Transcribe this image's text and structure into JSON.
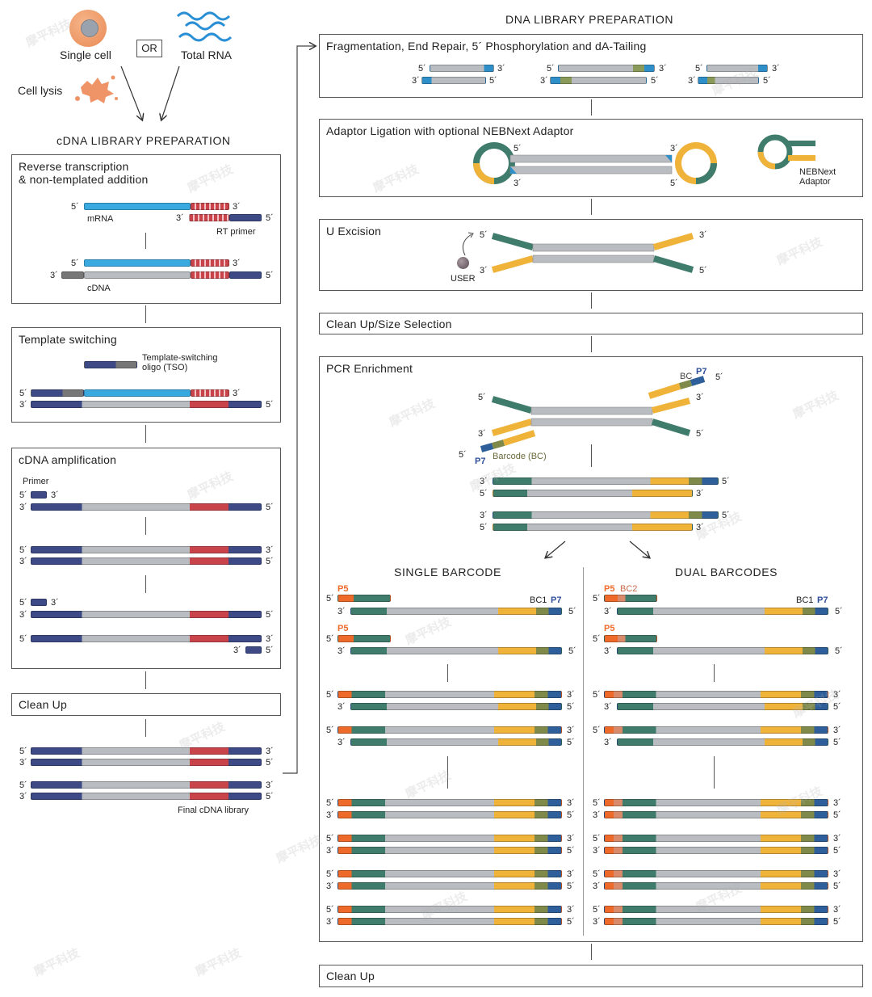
{
  "left": {
    "inputs": {
      "single_cell": "Single cell",
      "or": "OR",
      "total_rna": "Total RNA",
      "cell_lysis": "Cell lysis"
    },
    "title": "cDNA LIBRARY PREPARATION",
    "rt_box": {
      "title_line1": "Reverse transcription",
      "title_line2": "& non-templated addition",
      "mrna": "mRNA",
      "rt_primer": "RT primer",
      "cdna": "cDNA"
    },
    "ts_box": {
      "title": "Template switching",
      "tso_line1": "Template-switching",
      "tso_line2": "oligo (TSO)"
    },
    "amp_box": {
      "title": "cDNA amplification",
      "primer": "Primer"
    },
    "cleanup": "Clean Up",
    "final": "Final cDNA library"
  },
  "right": {
    "title": "DNA LIBRARY PREPARATION",
    "frag": "Fragmentation, End Repair, 5´ Phosphorylation and dA-Tailing",
    "adaptor": {
      "title": "Adaptor Ligation with optional NEBNext Adaptor",
      "nebnext_line1": "NEBNext",
      "nebnext_line2": "Adaptor"
    },
    "uexc": {
      "title": "U Excision",
      "user": "USER"
    },
    "cleanup_size": "Clean Up/Size Selection",
    "pcr": {
      "title": "PCR Enrichment",
      "bc": "BC",
      "p7": "P7",
      "barcode": "Barcode (BC)",
      "single": "SINGLE BARCODE",
      "dual": "DUAL BARCODES",
      "p5": "P5",
      "bc1": "BC1",
      "bc2": "BC2"
    },
    "cleanup": "Clean Up"
  },
  "ends": {
    "five": "5´",
    "three": "3´"
  },
  "colors": {
    "blue_dark": "#3d4a86",
    "blue_light": "#3aa9e0",
    "red": "#c9444a",
    "gray": "#b9bcc0",
    "teal": "#3f7c6c",
    "yellow": "#f0b33a",
    "olive": "#7f8a4a",
    "orange": "#ee6a2a"
  },
  "watermark": "摩平科技"
}
